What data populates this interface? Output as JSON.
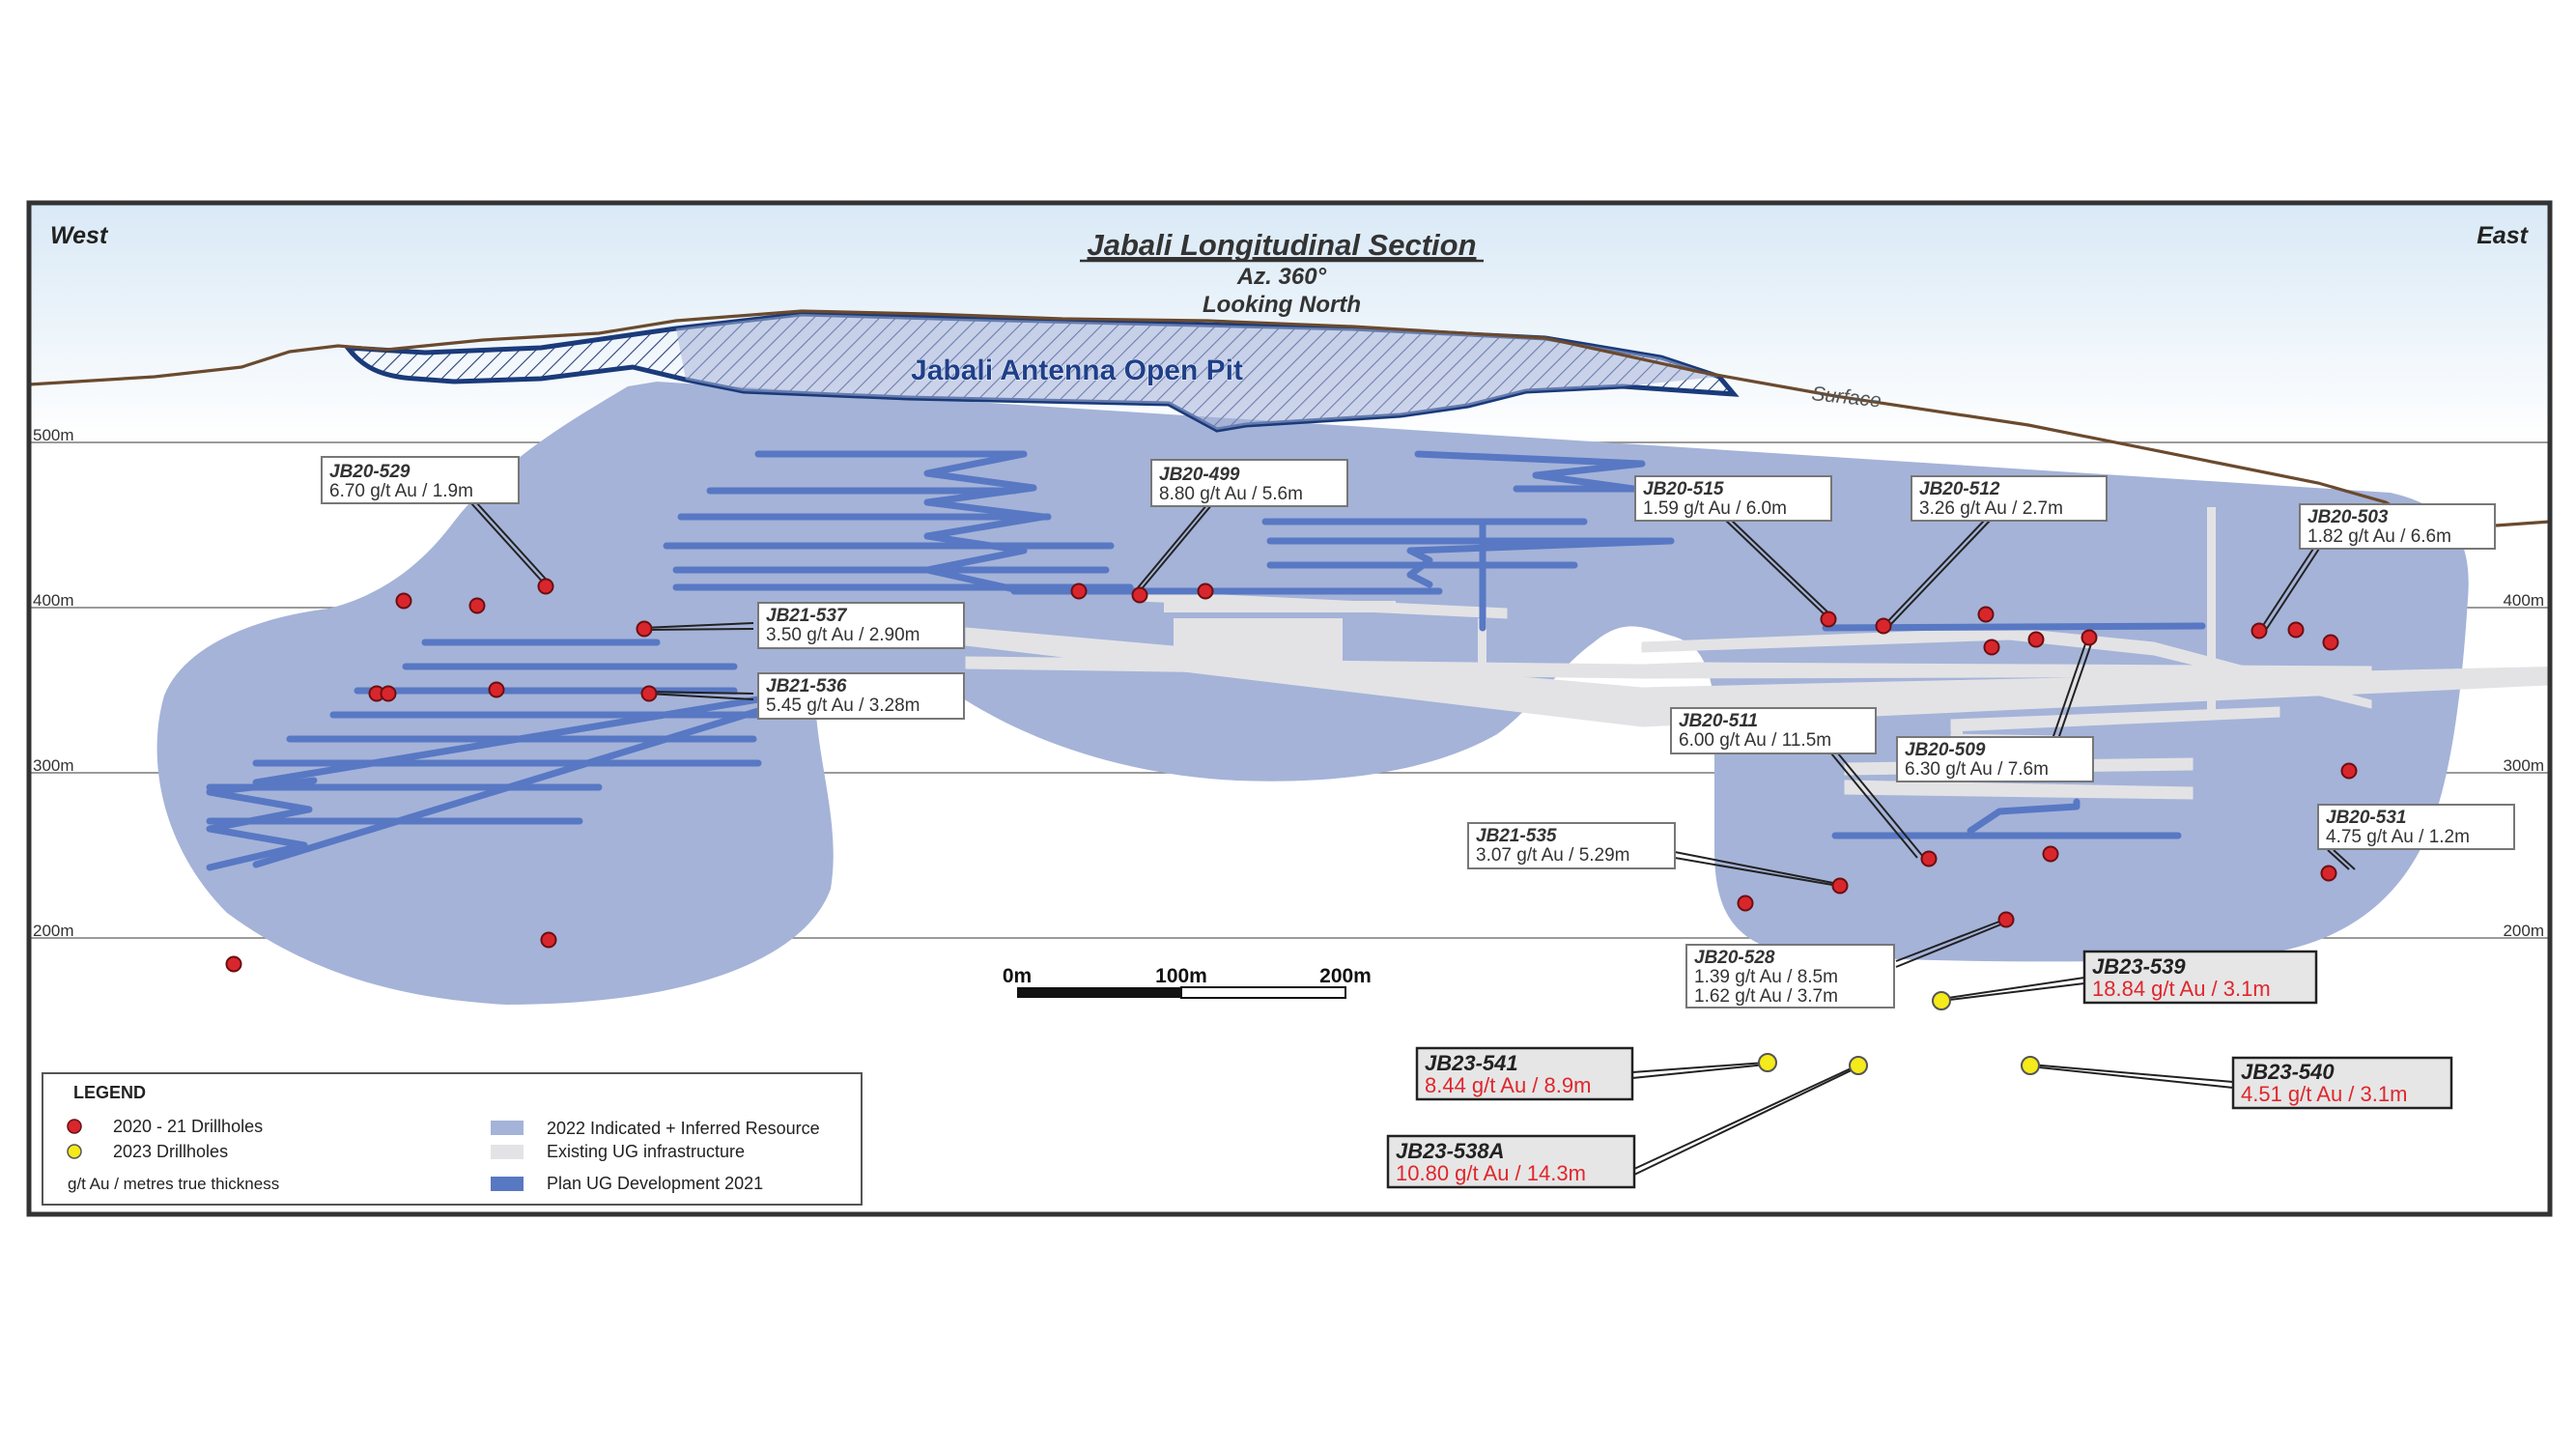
{
  "header": {
    "left": "West",
    "right": "East",
    "title": "Jabali Longitudinal Section",
    "subtitle1": "Az. 360°",
    "subtitle2": "Looking North"
  },
  "labels": {
    "pit": "Jabali Antenna Open Pit",
    "surface": "Surface"
  },
  "elevations": [
    "500m",
    "400m",
    "300m",
    "200m"
  ],
  "scale_bar": [
    "0m",
    "100m",
    "200m"
  ],
  "drill_labels": [
    {
      "id": "JB20-529",
      "lines": [
        "6.70 g/t Au / 1.9m"
      ]
    },
    {
      "id": "JB20-499",
      "lines": [
        "8.80 g/t Au / 5.6m"
      ]
    },
    {
      "id": "JB20-515",
      "lines": [
        "1.59 g/t Au / 6.0m"
      ]
    },
    {
      "id": "JB20-512",
      "lines": [
        "3.26 g/t Au / 2.7m"
      ]
    },
    {
      "id": "JB20-503",
      "lines": [
        "1.82 g/t Au / 6.6m"
      ]
    },
    {
      "id": "JB21-537",
      "lines": [
        "3.50 g/t Au / 2.90m"
      ]
    },
    {
      "id": "JB21-536",
      "lines": [
        "5.45 g/t Au / 3.28m"
      ]
    },
    {
      "id": "JB20-511",
      "lines": [
        "6.00 g/t Au / 11.5m"
      ]
    },
    {
      "id": "JB20-509",
      "lines": [
        "6.30 g/t Au / 7.6m"
      ]
    },
    {
      "id": "JB20-531",
      "lines": [
        "4.75 g/t Au / 1.2m"
      ]
    },
    {
      "id": "JB21-535",
      "lines": [
        "3.07 g/t Au / 5.29m"
      ]
    },
    {
      "id": "JB20-528",
      "lines": [
        "1.39 g/t Au / 8.5m",
        "1.62 g/t Au / 3.7m"
      ]
    }
  ],
  "highlight_labels": [
    {
      "id": "JB23-539",
      "lines": [
        "18.84 g/t Au / 3.1m"
      ]
    },
    {
      "id": "JB23-541",
      "lines": [
        "8.44 g/t Au / 8.9m"
      ]
    },
    {
      "id": "JB23-540",
      "lines": [
        "4.51 g/t Au / 3.1m"
      ]
    },
    {
      "id": "JB23-538A",
      "lines": [
        "10.80 g/t Au / 14.3m"
      ]
    }
  ],
  "legend": {
    "title": "LEGEND",
    "items": [
      {
        "label": "2020 - 21 Drillholes",
        "symbol": "red-drillhole-dot"
      },
      {
        "label": "2023 Drillholes",
        "symbol": "yellow-drillhole-dot"
      },
      {
        "label": "g/t Au / metres true thickness",
        "symbol": "none"
      },
      {
        "label": "2022 Indicated + Inferred Resource",
        "symbol": "resource-swatch"
      },
      {
        "label": "Existing UG infrastructure",
        "symbol": "infrastructure-swatch"
      },
      {
        "label": "Plan UG Development 2021",
        "symbol": "development-swatch"
      }
    ]
  },
  "colors": {
    "resource": "#a5b3d8",
    "development": "#5878c4",
    "infrastructure": "#e3e3e6",
    "pit_outline": "#1a3a7a",
    "surface": "#6b4a2e",
    "red_hole": "#d9262c",
    "yellow_hole": "#f5ea1a",
    "highlight_text": "#e0262c",
    "frame": "#333333"
  }
}
